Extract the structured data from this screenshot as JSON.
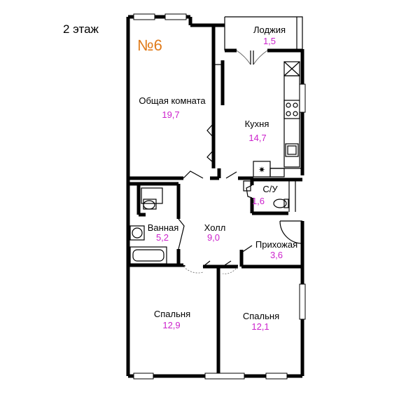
{
  "floor_label": "2 этаж",
  "apartment_number": "№6",
  "rooms": {
    "loggia": {
      "name": "Лоджия",
      "area": "1,5"
    },
    "living": {
      "name": "Общая комната",
      "area": "19,7"
    },
    "kitchen": {
      "name": "Кухня",
      "area": "14,7"
    },
    "wc": {
      "name": "С/У",
      "area": "1,6"
    },
    "bathroom": {
      "name": "Ванная",
      "area": "5,2"
    },
    "hall": {
      "name": "Холл",
      "area": "9,0"
    },
    "entrance": {
      "name": "Прихожая",
      "area": "3,6"
    },
    "bedroom_1": {
      "name": "Спальня",
      "area": "12,9"
    },
    "bedroom_2": {
      "name": "Спальня",
      "area": "12,1"
    }
  },
  "colors": {
    "area_text": "#cc22cc",
    "apartment_number": "#e07b1a",
    "walls": "#000000"
  }
}
